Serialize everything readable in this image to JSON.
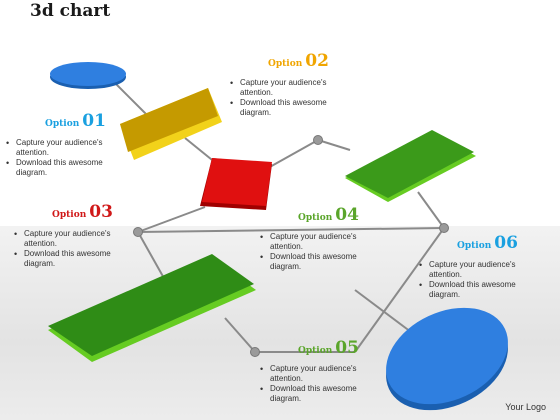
{
  "title": "3d chart",
  "footer": "Your Logo",
  "colors": {
    "blue": "#2f7fe0",
    "gold": "#d4a500",
    "red": "#e01010",
    "green": "#3b9a1a",
    "connector": "#8a8a8a",
    "option_label_01": "#1aa0e0",
    "option_label_02": "#f0a500",
    "option_label_03": "#d01818",
    "option_label_04": "#5aa52a",
    "option_label_05": "#5aa52a",
    "option_label_06": "#1aa0e0"
  },
  "options": [
    {
      "id": "01",
      "word": "Option",
      "number": "01",
      "color": "#1aa0e0",
      "bullets": [
        "Capture your audience's attention.",
        "Download this awesome diagram."
      ]
    },
    {
      "id": "02",
      "word": "Option",
      "number": "02",
      "color": "#f0a500",
      "bullets": [
        "Capture your audience's attention.",
        "Download this awesome diagram."
      ]
    },
    {
      "id": "03",
      "word": "Option",
      "number": "03",
      "color": "#d01818",
      "bullets": [
        "Capture your audience's attention.",
        "Download this awesome diagram."
      ]
    },
    {
      "id": "04",
      "word": "Option",
      "number": "04",
      "color": "#5aa52a",
      "bullets": [
        "Capture your audience's attention.",
        "Download this awesome diagram."
      ]
    },
    {
      "id": "05",
      "word": "Option",
      "number": "05",
      "color": "#5aa52a",
      "bullets": [
        "Capture your audience's attention.",
        "Download this awesome diagram."
      ]
    },
    {
      "id": "06",
      "word": "Option",
      "number": "06",
      "color": "#1aa0e0",
      "bullets": [
        "Capture your audience's attention.",
        "Download this awesome diagram."
      ]
    }
  ]
}
